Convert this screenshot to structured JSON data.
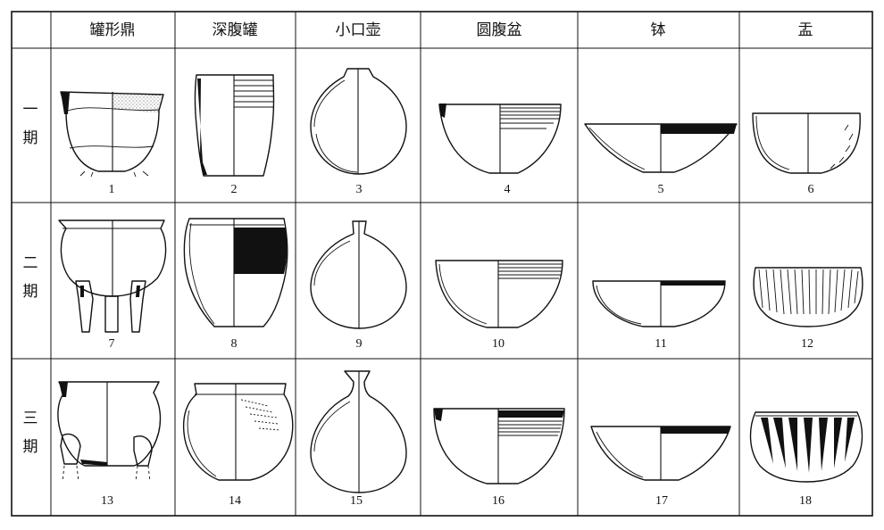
{
  "table": {
    "columns": [
      "罐形鼎",
      "深腹罐",
      "小口壶",
      "圆腹盆",
      "钵",
      "盂"
    ],
    "rows": [
      {
        "period": [
          "一",
          "期"
        ],
        "numbers": [
          "1",
          "2",
          "3",
          "4",
          "5",
          "6"
        ]
      },
      {
        "period": [
          "二",
          "期"
        ],
        "numbers": [
          "7",
          "8",
          "9",
          "10",
          "11",
          "12"
        ]
      },
      {
        "period": [
          "三",
          "期"
        ],
        "numbers": [
          "13",
          "14",
          "15",
          "16",
          "17",
          "18"
        ]
      }
    ]
  }
}
